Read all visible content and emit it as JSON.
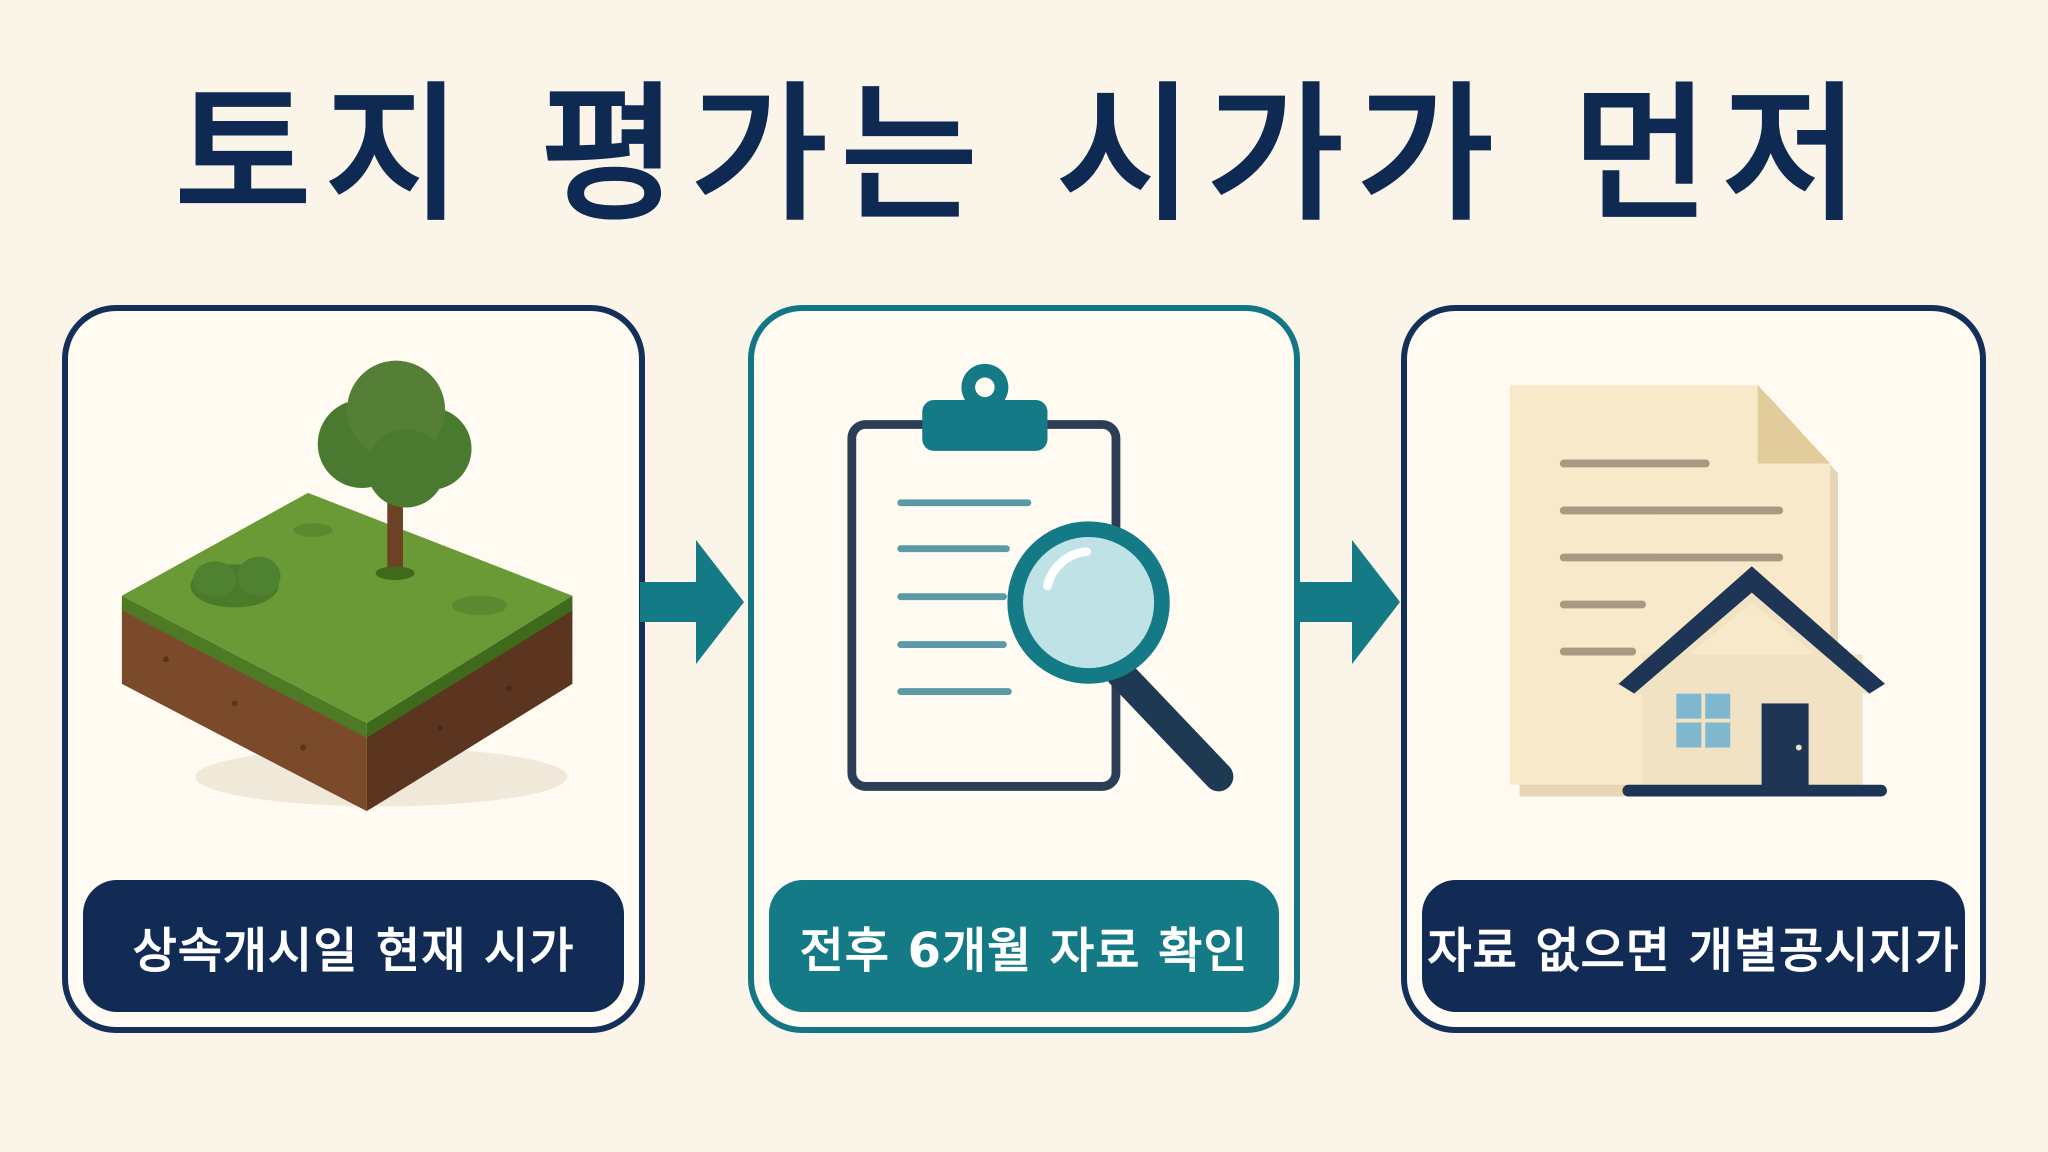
{
  "title": "토지 평가는 시가가 먼저",
  "steps": [
    {
      "label": "상속개시일 현재 시가",
      "icon": "land-tree-icon"
    },
    {
      "label": "전후 6개월 자료 확인",
      "icon": "clipboard-magnifier-icon"
    },
    {
      "label": "자료 없으면 개별공시지가",
      "icon": "document-house-icon"
    }
  ],
  "colors": {
    "navy": "#112b55",
    "teal": "#137a86",
    "background": "#fbf4e9",
    "grass": "#5f8c2f",
    "soil": "#7a4a2a"
  }
}
